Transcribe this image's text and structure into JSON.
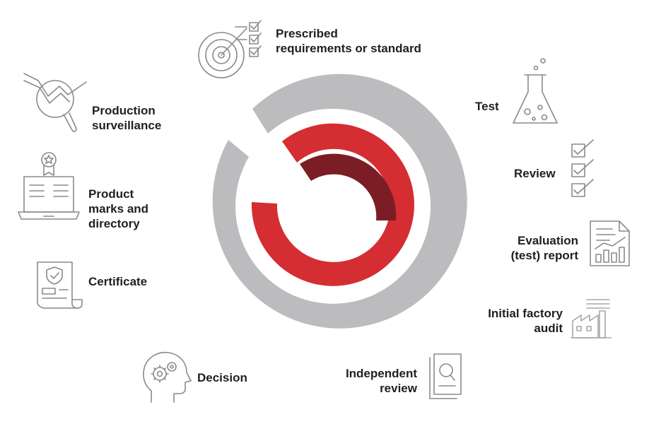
{
  "colors": {
    "outer_ring": "#bcbcbf",
    "middle_ring": "#d42d32",
    "inner_ring": "#7b1d24",
    "icon_stroke": "#8a8a8a"
  },
  "steps": {
    "prescribed": {
      "line1": "Prescribed",
      "line2": "requirements or standard",
      "icon": "target-checklist-icon"
    },
    "test": {
      "line1": "Test",
      "icon": "lab-flask-icon"
    },
    "review": {
      "line1": "Review",
      "icon": "checklist-icon"
    },
    "evaluation": {
      "line1": "Evaluation",
      "line2": "(test) report",
      "icon": "report-chart-icon"
    },
    "audit": {
      "line1": "Initial factory",
      "line2": "audit",
      "icon": "factory-icon"
    },
    "independent": {
      "line1": "Independent",
      "line2": "review",
      "icon": "document-magnifier-icon"
    },
    "decision": {
      "line1": "Decision",
      "icon": "head-gears-icon"
    },
    "certificate": {
      "line1": "Certificate",
      "icon": "certificate-icon"
    },
    "marks": {
      "line1": "Product",
      "line2": "marks and",
      "line3": "directory",
      "icon": "laptop-award-icon"
    },
    "surveillance": {
      "line1": "Production",
      "line2": "surveillance",
      "icon": "magnifier-trend-icon"
    }
  }
}
